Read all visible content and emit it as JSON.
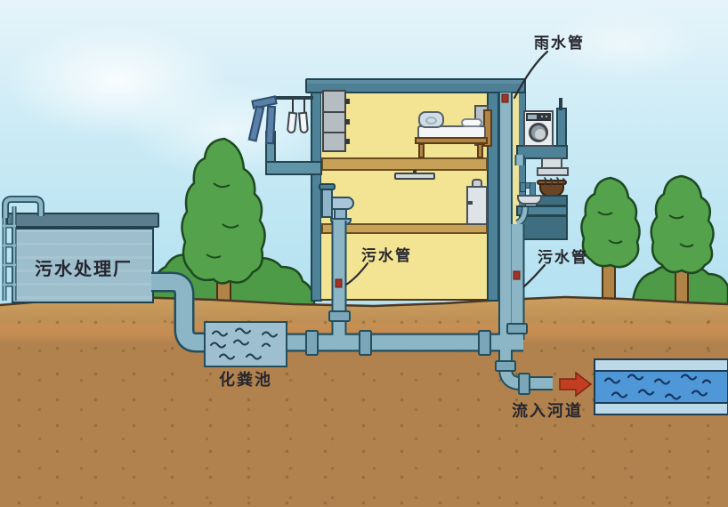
{
  "diagram": {
    "type": "household-sewage-and-rainwater-drainage-illustration",
    "labels": {
      "rain_pipe": "雨水管",
      "treatment_plant": "污水处理厂",
      "sewage_pipe_house": "污水管",
      "sewage_pipe_outdoor": "污水管",
      "septic_tank": "化粪池",
      "flow_into_river": "流入河道"
    },
    "colors": {
      "sky": "#c9eaf5",
      "ground": "#b1824e",
      "pipe": "#8cb5c6",
      "pipe_outline": "#234f5d",
      "foliage": "#55a24c",
      "river_water": "#4f97d7",
      "house_wall": "#f2e493",
      "house_frame": "#4e8299",
      "arrow_red": "#c23e20",
      "joint_red": "#a03326",
      "label_text": "#26262e"
    }
  }
}
